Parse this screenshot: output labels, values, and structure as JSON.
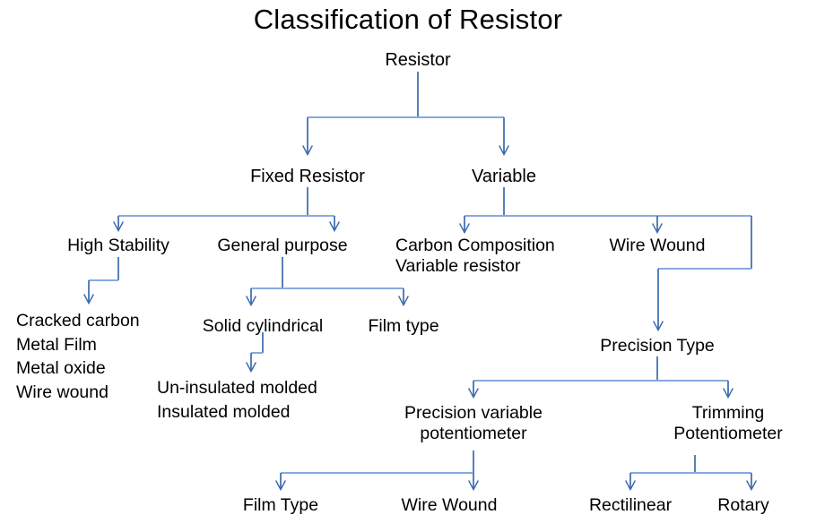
{
  "title": "Classification of Resistor",
  "theme": {
    "background": "#ffffff",
    "text_color": "#000000",
    "connector_vertical_color": "#3a6aad",
    "connector_horizontal_color": "#86aadd",
    "arrow_color": "#3a6aad"
  },
  "diagram": {
    "type": "tree",
    "root": "Resistor",
    "nodes": {
      "resistor": "Resistor",
      "fixed_resistor": "Fixed Resistor",
      "variable": "Variable",
      "high_stability": "High Stability",
      "general_purpose": "General purpose",
      "carbon_composition_line1": "Carbon Composition",
      "carbon_composition_line2": "Variable resistor",
      "wire_wound_variable": "Wire Wound",
      "solid_cylindrical": "Solid cylindrical",
      "film_type_fixed": "Film type",
      "un_insulated_molded": "Un-insulated molded",
      "insulated_molded": "Insulated molded",
      "precision_type": "Precision Type",
      "precision_variable_line1": "Precision variable",
      "precision_variable_line2": "potentiometer",
      "trimming_line1": "Trimming",
      "trimming_line2": "Potentiometer",
      "film_type_precision": "Film Type",
      "wire_wound_precision": "Wire Wound",
      "rectilinear": "Rectilinear",
      "rotary": "Rotary"
    },
    "high_stability_leaves": [
      "Cracked carbon",
      "Metal Film",
      "Metal oxide",
      "Wire wound"
    ],
    "edges": [
      {
        "from": "Resistor",
        "to": "Fixed Resistor"
      },
      {
        "from": "Resistor",
        "to": "Variable"
      },
      {
        "from": "Fixed Resistor",
        "to": "High Stability"
      },
      {
        "from": "Fixed Resistor",
        "to": "General purpose"
      },
      {
        "from": "High Stability",
        "to": "Cracked carbon / Metal Film / Metal oxide / Wire wound"
      },
      {
        "from": "General purpose",
        "to": "Solid cylindrical"
      },
      {
        "from": "General purpose",
        "to": "Film type"
      },
      {
        "from": "Solid cylindrical",
        "to": "Un-insulated molded / Insulated molded"
      },
      {
        "from": "Variable",
        "to": "Carbon Composition Variable resistor"
      },
      {
        "from": "Variable",
        "to": "Wire Wound"
      },
      {
        "from": "Variable",
        "to": "Precision Type"
      },
      {
        "from": "Precision Type",
        "to": "Precision variable potentiometer"
      },
      {
        "from": "Precision Type",
        "to": "Trimming Potentiometer"
      },
      {
        "from": "Precision variable potentiometer",
        "to": "Film Type"
      },
      {
        "from": "Precision variable potentiometer",
        "to": "Wire Wound"
      },
      {
        "from": "Trimming Potentiometer",
        "to": "Rectilinear"
      },
      {
        "from": "Trimming Potentiometer",
        "to": "Rotary"
      }
    ]
  }
}
